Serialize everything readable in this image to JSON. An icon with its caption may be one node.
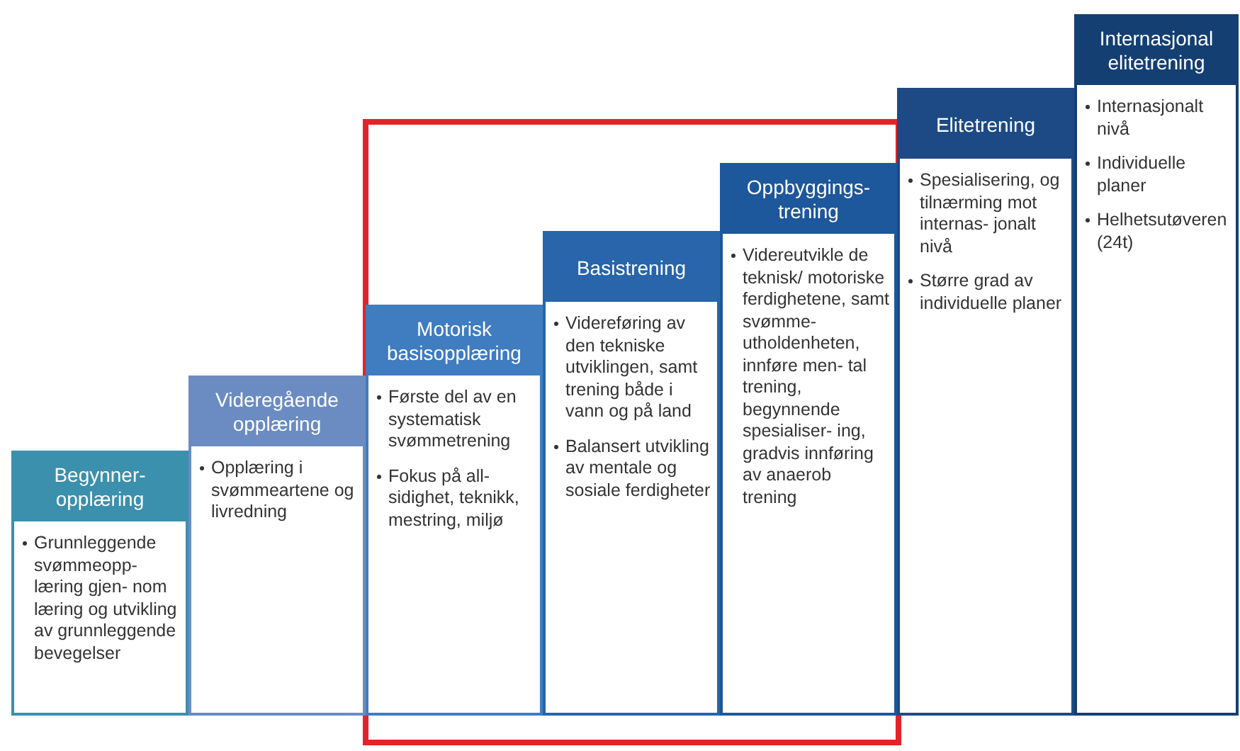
{
  "diagram": {
    "nodes": [
      {
        "text": [
          "Begynner- opplæring",
          "Grunnleggende svømmeopp- læring gjen- nom læring og utvikling av grunnleggende bevegelser"
        ]
      },
      {
        "text": [
          "Videregående opplæring",
          "Opplæring i svømmeartene og livredning"
        ]
      },
      {
        "text": [
          "Motorisk basisopplæring",
          "Første del av en systematisk svømmetrening",
          "Fokus på all- sidighet, teknikk, mestring, miljø"
        ]
      },
      {
        "text": [
          "Basistrening",
          "Videreføring av den tekniske utviklingen, samt trening både i vann og på land",
          "Balansert utvikling av mentale og sosiale ferdigheter"
        ]
      },
      {
        "text": [
          "Oppbyggings- trening",
          "Videreutvikle de teknisk/ motoriske ferdighetene, samt svømme- utholdenheten, innføre men- tal trening, begynnende spesialiser- ing, gradvis innføring av anaerob trening"
        ]
      },
      {
        "text": [
          "Elitetrening",
          "Spesialisering, og tilnærming mot internas- jonalt nivå",
          "Større grad av individuelle planer"
        ]
      },
      {
        "text": [
          "Internasjonal elitetrening",
          "Internasjonalt nivå",
          "Individuelle planer",
          "Helhetsutøveren (24t)"
        ]
      }
    ]
  }
}
